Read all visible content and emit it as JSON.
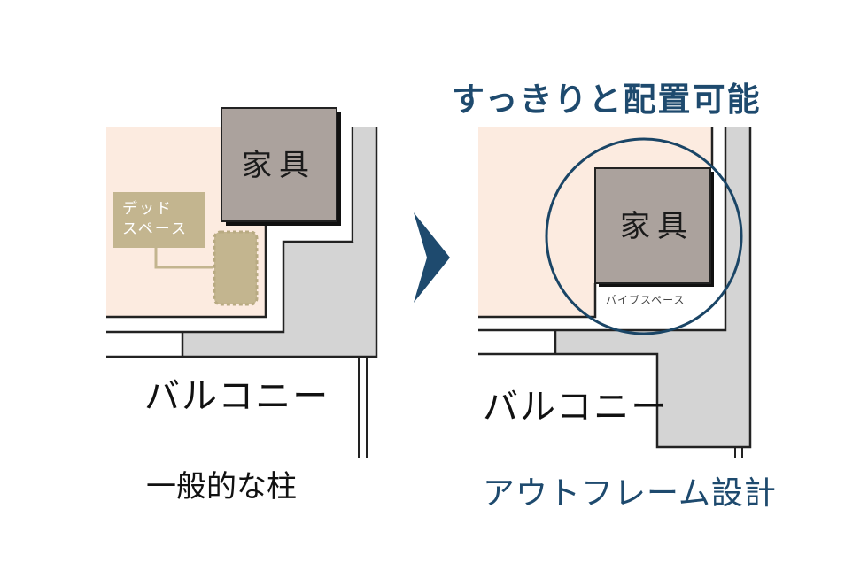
{
  "left_panel": {
    "furniture_label": "家具",
    "dead_space_line1": "デッド",
    "dead_space_line2": "スペース",
    "balcony_label": "バルコニー",
    "caption": "一般的な柱"
  },
  "right_panel": {
    "title": "すっきりと配置可能",
    "furniture_label": "家具",
    "pipe_space_label": "パイプスペース",
    "balcony_label": "バルコニー",
    "caption": "アウトフレーム設計"
  },
  "colors": {
    "accent": "#1e4a6e",
    "room": "#fcebe0",
    "furniture": "#aba29d",
    "wall": "#d4d4d4",
    "dead_space": "#c3b58f"
  }
}
